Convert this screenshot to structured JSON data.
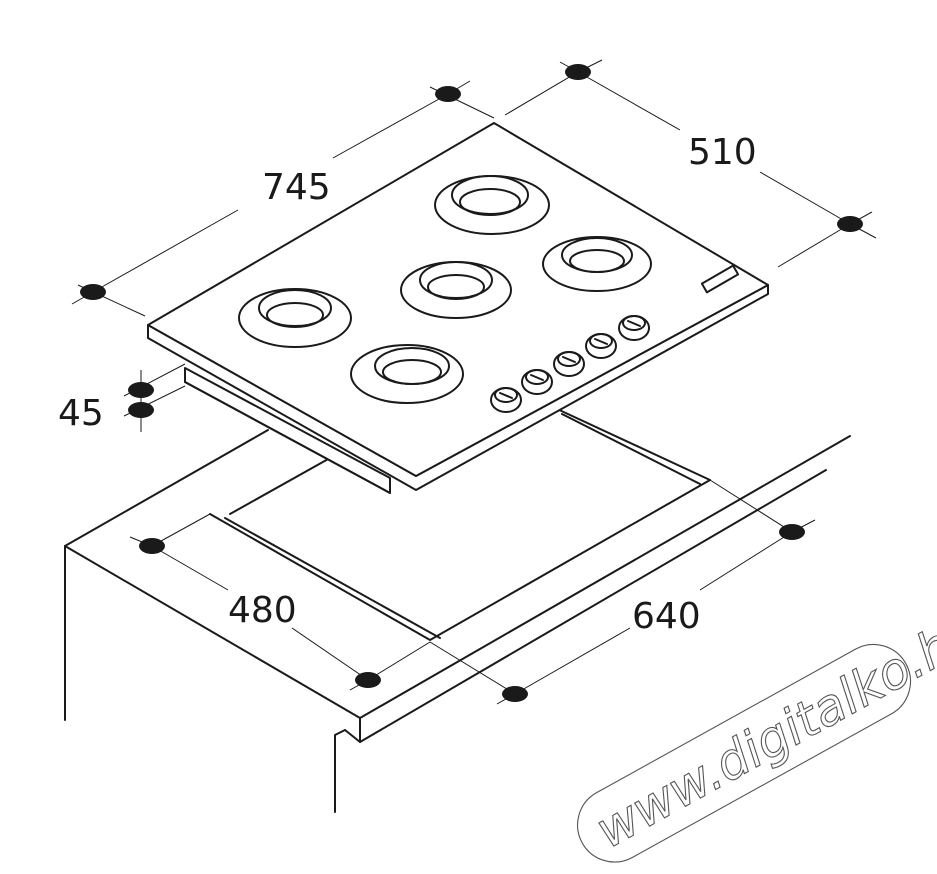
{
  "dimensions": {
    "width": "745",
    "depth": "510",
    "height": "45",
    "cutout_depth": "480",
    "cutout_width": "640"
  },
  "watermark": {
    "text": "www.digitalko.hu"
  }
}
